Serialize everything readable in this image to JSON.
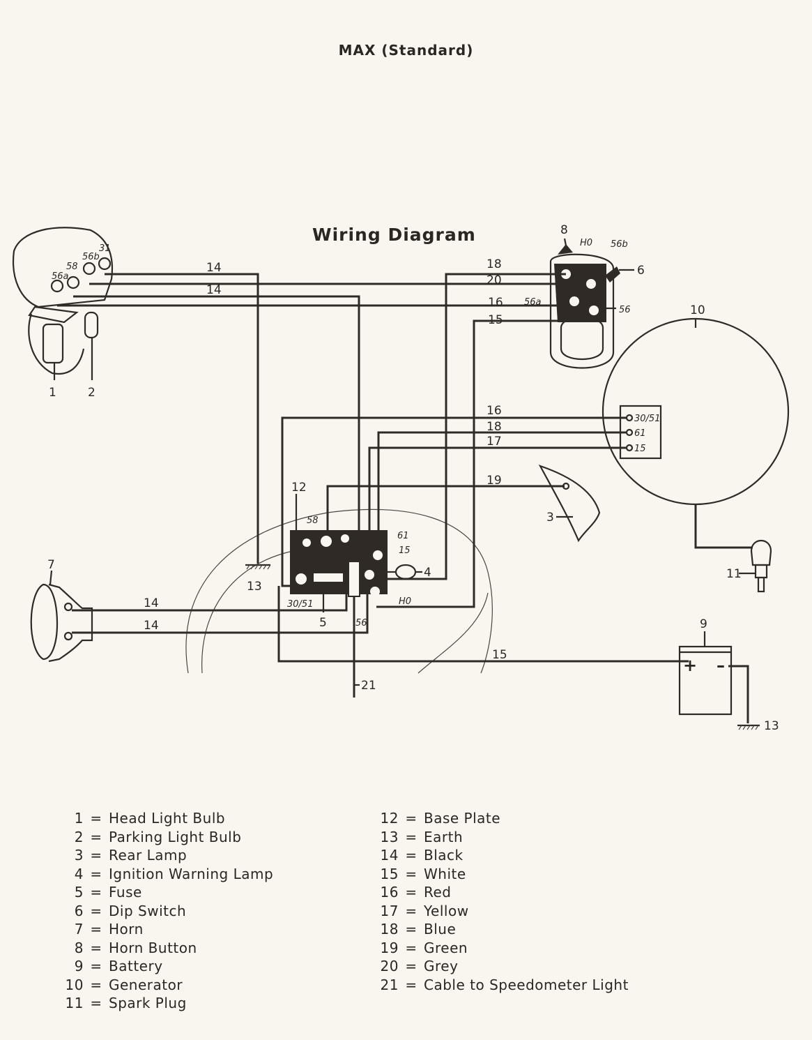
{
  "page_title": "MAX (Standard)",
  "diagram_title": "Wiring Diagram",
  "component_labels": [
    "1",
    "2",
    "3",
    "4",
    "5",
    "6",
    "7",
    "8",
    "9",
    "10",
    "11",
    "12",
    "13",
    "13",
    "21"
  ],
  "wire_numbers": {
    "w14a": "14",
    "w14b": "14",
    "w18": "18",
    "w20": "20",
    "w16": "16",
    "w15": "15",
    "g16": "16",
    "g18": "18",
    "g17": "17",
    "w19": "19",
    "h14a": "14",
    "h14b": "14",
    "b15": "15"
  },
  "terminals": {
    "t31": "31",
    "t56b_l": "56b",
    "t58_l": "58",
    "t56a_l": "56a",
    "sw_h0": "H0",
    "sw_56b": "56b",
    "sw_56a": "56a",
    "sw_56": "56",
    "g_3051": "30/51",
    "g_61": "61",
    "g_15": "15",
    "bp_58": "58",
    "bp_61": "61",
    "bp_15": "15",
    "bp_h0": "H0",
    "bp_3051": "30/51",
    "bp_56": "56",
    "bat_plus": "+",
    "bat_minus": "–"
  },
  "legend_equals": "=",
  "legend": [
    {
      "num": "1",
      "text": "Head Light Bulb"
    },
    {
      "num": "2",
      "text": "Parking Light Bulb"
    },
    {
      "num": "3",
      "text": "Rear Lamp"
    },
    {
      "num": "4",
      "text": "Ignition Warning Lamp"
    },
    {
      "num": "5",
      "text": "Fuse"
    },
    {
      "num": "6",
      "text": "Dip Switch"
    },
    {
      "num": "7",
      "text": "Horn"
    },
    {
      "num": "8",
      "text": "Horn Button"
    },
    {
      "num": "9",
      "text": "Battery"
    },
    {
      "num": "10",
      "text": "Generator"
    },
    {
      "num": "11",
      "text": "Spark Plug"
    },
    {
      "num": "12",
      "text": "Base Plate"
    },
    {
      "num": "13",
      "text": "Earth"
    },
    {
      "num": "14",
      "text": "Black"
    },
    {
      "num": "15",
      "text": "White"
    },
    {
      "num": "16",
      "text": "Red"
    },
    {
      "num": "17",
      "text": "Yellow"
    },
    {
      "num": "18",
      "text": "Blue"
    },
    {
      "num": "19",
      "text": "Green"
    },
    {
      "num": "20",
      "text": "Grey"
    },
    {
      "num": "21",
      "text": "Cable to Speedometer Light"
    }
  ]
}
